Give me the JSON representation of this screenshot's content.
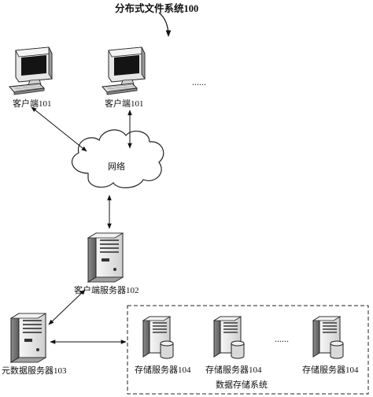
{
  "diagram": {
    "title": "分布式文件系统100",
    "clients": [
      {
        "label": "客户端101"
      },
      {
        "label": "客户端101"
      }
    ],
    "client_ellipsis": "......",
    "network_label": "网络",
    "client_server_label": "客户端服务器102",
    "metadata_server_label": "元数据服务器103",
    "storage_servers": [
      {
        "label": "存储服务器104"
      },
      {
        "label": "存储服务器104"
      },
      {
        "label": "存储服务器104"
      }
    ],
    "storage_ellipsis": "......",
    "storage_system_label": "数据存储系统"
  }
}
